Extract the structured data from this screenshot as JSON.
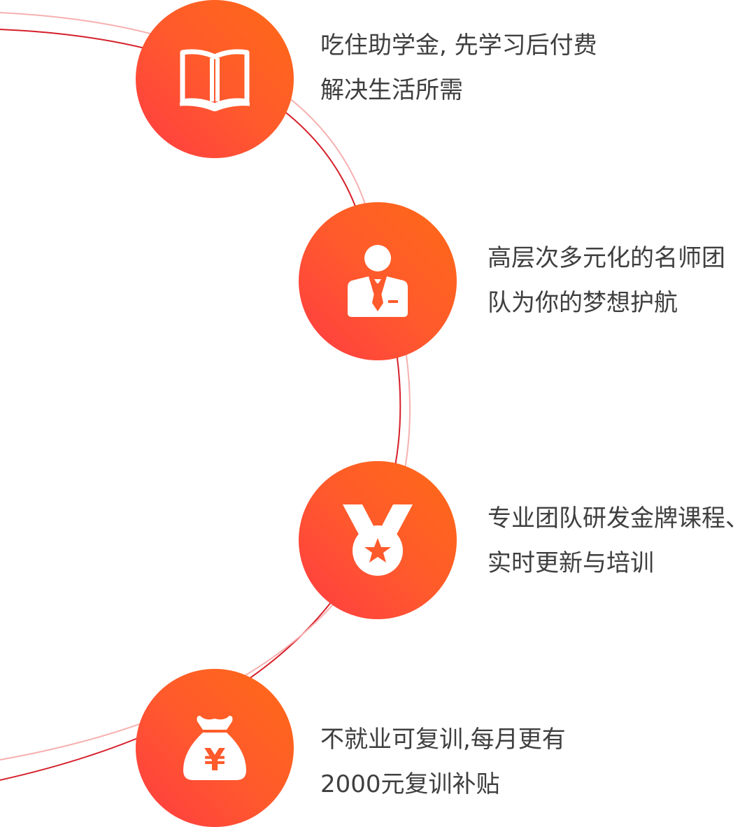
{
  "colors": {
    "badge_gradient_start": "#ff3b43",
    "badge_gradient_end": "#ff6a16",
    "arc_dark": "#d51f2a",
    "arc_light": "#f7b0b0",
    "text": "#3f3f3f",
    "icon": "#ffffff"
  },
  "features": [
    {
      "icon": "open-book-icon",
      "lines": [
        "吃住助学金, 先学习后付费",
        "解决生活所需"
      ]
    },
    {
      "icon": "teacher-icon",
      "lines": [
        "高层次多元化的名师团",
        "队为你的梦想护航"
      ]
    },
    {
      "icon": "medal-icon",
      "lines": [
        "专业团队研发金牌课程、",
        "实时更新与培训"
      ]
    },
    {
      "icon": "money-bag-icon",
      "icon_glyph": "¥",
      "lines": [
        "不就业可复训,每月更有",
        "2000元复训补贴"
      ]
    }
  ]
}
